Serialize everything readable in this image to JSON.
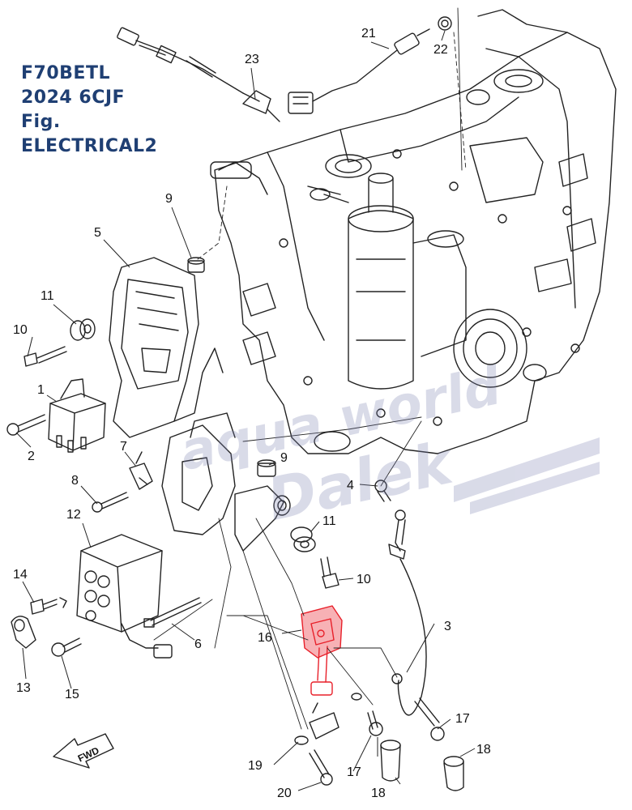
{
  "title_lines": [
    "F70BETL",
    "2024 6CJF",
    "Fig.",
    "ELECTRICAL2"
  ],
  "watermark_lines": [
    "aqua world",
    "Dalek"
  ],
  "fwd_label": "FWD",
  "highlight_color": "#e8202a",
  "title_color": "#1f3f73",
  "callouts": [
    {
      "id": "c23",
      "text": "23"
    },
    {
      "id": "c21",
      "text": "21"
    },
    {
      "id": "c22",
      "text": "22"
    },
    {
      "id": "c9a",
      "text": "9"
    },
    {
      "id": "c5",
      "text": "5"
    },
    {
      "id": "c11a",
      "text": "11"
    },
    {
      "id": "c10a",
      "text": "10"
    },
    {
      "id": "c1",
      "text": "1"
    },
    {
      "id": "c2",
      "text": "2"
    },
    {
      "id": "c7",
      "text": "7"
    },
    {
      "id": "c8",
      "text": "8"
    },
    {
      "id": "c9b",
      "text": "9"
    },
    {
      "id": "c4",
      "text": "4"
    },
    {
      "id": "c12",
      "text": "12"
    },
    {
      "id": "c11b",
      "text": "11"
    },
    {
      "id": "c14",
      "text": "14"
    },
    {
      "id": "c10b",
      "text": "10"
    },
    {
      "id": "c16",
      "text": "16"
    },
    {
      "id": "c3",
      "text": "3"
    },
    {
      "id": "c6",
      "text": "6"
    },
    {
      "id": "c13",
      "text": "13"
    },
    {
      "id": "c15",
      "text": "15"
    },
    {
      "id": "c17a",
      "text": "17"
    },
    {
      "id": "c18a",
      "text": "18"
    },
    {
      "id": "c19",
      "text": "19"
    },
    {
      "id": "c17b",
      "text": "17"
    },
    {
      "id": "c20",
      "text": "20"
    },
    {
      "id": "c18b",
      "text": "18"
    }
  ]
}
